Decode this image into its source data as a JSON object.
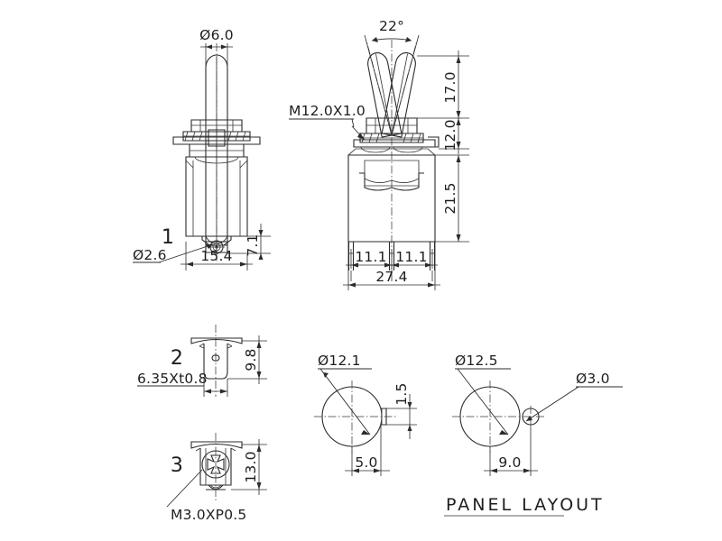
{
  "sheet": {
    "title": "PANEL LAYOUT",
    "background_color": "#ffffff",
    "line_color": "#2b2b2b"
  },
  "views": {
    "side_view": {
      "name": "side-view",
      "item_number": "1",
      "labels": {
        "lever_diameter": "Ø6.0",
        "terminal_hole": "Ø2.6",
        "body_width": "15.4",
        "terminal_height": "7.1"
      }
    },
    "front_view": {
      "name": "front-view",
      "labels": {
        "toggle_angle": "22°",
        "thread": "M12.0X1.0",
        "lever_length": "17.0",
        "bushing_length": "12.0",
        "body_height": "21.5",
        "pin_pitch_left": "11.1",
        "pin_pitch_right": "11.1",
        "overall_width": "27.4"
      }
    },
    "detail_2": {
      "name": "terminal-detail",
      "item_number": "2",
      "labels": {
        "height": "9.8",
        "terminal_size": "6.35Xt0.8"
      }
    },
    "detail_3": {
      "name": "screw-terminal-detail",
      "item_number": "3",
      "labels": {
        "height": "13.0",
        "thread": "M3.0XP0.5"
      }
    },
    "panel_left": {
      "name": "panel-cutout-keyway",
      "labels": {
        "hole_diameter": "Ø12.1",
        "keyway_width": "1.5",
        "keyway_distance": "5.0"
      }
    },
    "panel_right": {
      "name": "panel-cutout-pin",
      "labels": {
        "hole_diameter": "Ø12.5",
        "pin_hole_diameter": "Ø3.0",
        "pin_distance": "9.0"
      }
    }
  }
}
